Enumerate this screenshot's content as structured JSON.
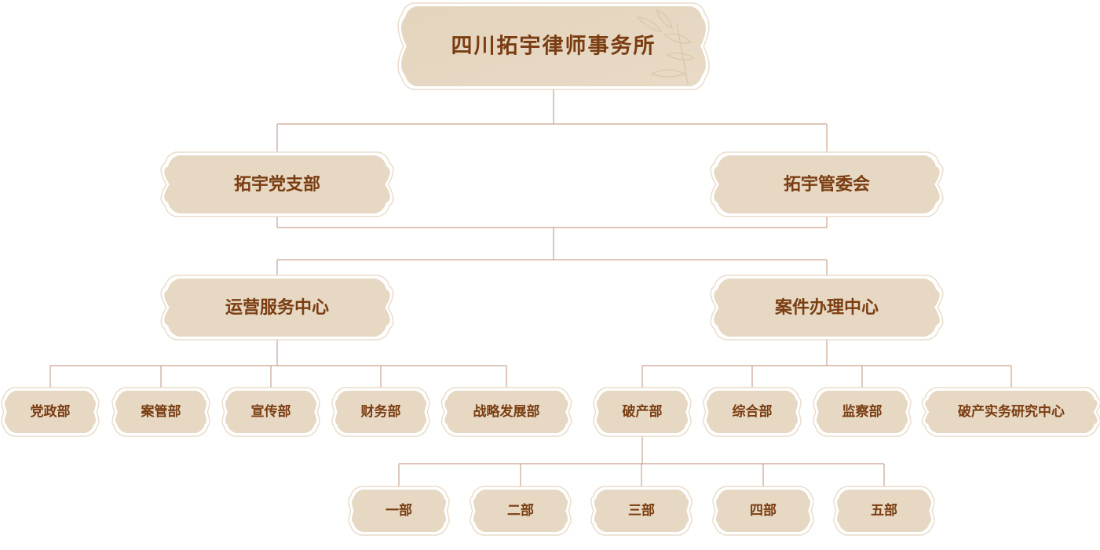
{
  "colors": {
    "box_fill": "#e6d8c3",
    "box_border": "#e9dccb",
    "text": "#7a3d12",
    "line": "#c9a58f"
  },
  "org": {
    "root": "四川拓宇律师事务所",
    "governance": [
      "拓宇党支部",
      "拓宇管委会"
    ],
    "centers": [
      "运营服务中心",
      "案件办理中心"
    ],
    "operations_departments": [
      "党政部",
      "案管部",
      "宣传部",
      "财务部",
      "战略发展部"
    ],
    "case_departments": [
      "破产部",
      "综合部",
      "监察部",
      "破产实务研究中心"
    ],
    "bankruptcy_divisions": [
      "一部",
      "二部",
      "三部",
      "四部",
      "五部"
    ]
  }
}
